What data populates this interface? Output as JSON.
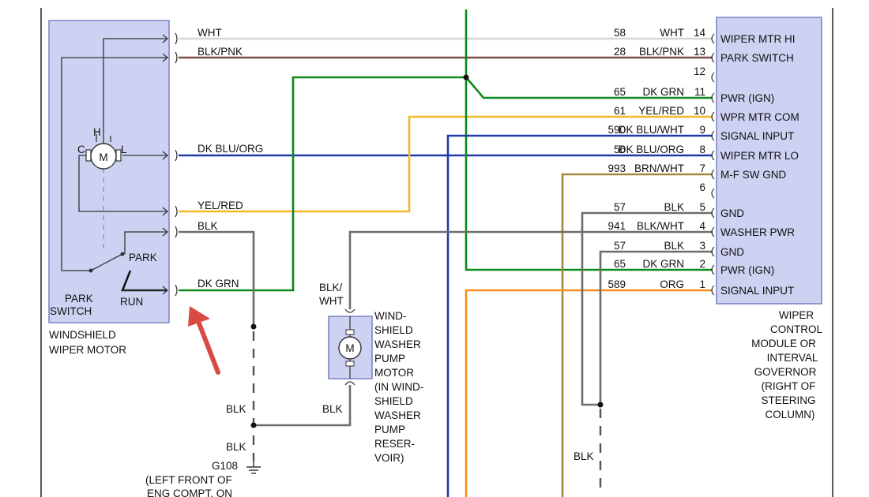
{
  "colors": {
    "wht": "#d6d6d6",
    "blk_pnk": "#7a4a4a",
    "dk_grn": "#0d8a1c",
    "yel_red": "#f4b829",
    "dk_blu": "#1f3aa8",
    "brn_wht": "#a08a3a",
    "blk": "#6d6d6d",
    "org": "#f28c1e",
    "module_fill": "#cdd2f2",
    "module_stroke": "#7b80c2",
    "arrow": "#d94a45"
  },
  "motor": {
    "title_line1": "WINDSHIELD",
    "title_line2": "WIPER MOTOR",
    "park_switch_line1": "PARK",
    "park_switch_line2": "SWITCH",
    "park_label": "PARK",
    "run_label": "RUN",
    "motor_symbol": "M",
    "terminal_h": "H",
    "terminal_c": "C",
    "terminal_l": "L"
  },
  "left_wires": [
    "WHT",
    "BLK/PNK",
    "DK BLU/ORG",
    "YEL/RED",
    "BLK",
    "DK GRN"
  ],
  "module": {
    "title": [
      "WIPER",
      "CONTROL",
      "MODULE OR",
      "INTERVAL",
      "GOVERNOR",
      "(RIGHT OF",
      "STEERING",
      "COLUMN)"
    ],
    "pins": [
      {
        "pin": "14",
        "circuit": "58",
        "wire": "WHT",
        "name": "WIPER MTR HI"
      },
      {
        "pin": "13",
        "circuit": "28",
        "wire": "BLK/PNK",
        "name": "PARK SWITCH"
      },
      {
        "pin": "12",
        "circuit": "",
        "wire": "",
        "name": ""
      },
      {
        "pin": "11",
        "circuit": "65",
        "wire": "DK GRN",
        "name": "PWR (IGN)"
      },
      {
        "pin": "10",
        "circuit": "61",
        "wire": "YEL/RED",
        "name": "WPR MTR COM"
      },
      {
        "pin": "9",
        "circuit": "590",
        "wire": "DK BLU/WHT",
        "name": "SIGNAL INPUT"
      },
      {
        "pin": "8",
        "circuit": "56",
        "wire": "DK BLU/ORG",
        "name": "WIPER MTR LO"
      },
      {
        "pin": "7",
        "circuit": "993",
        "wire": "BRN/WHT",
        "name": "M-F SW GND"
      },
      {
        "pin": "6",
        "circuit": "",
        "wire": "",
        "name": ""
      },
      {
        "pin": "5",
        "circuit": "57",
        "wire": "BLK",
        "name": "GND"
      },
      {
        "pin": "4",
        "circuit": "941",
        "wire": "BLK/WHT",
        "name": "WASHER PWR"
      },
      {
        "pin": "3",
        "circuit": "57",
        "wire": "BLK",
        "name": "GND"
      },
      {
        "pin": "2",
        "circuit": "65",
        "wire": "DK GRN",
        "name": "PWR (IGN)"
      },
      {
        "pin": "1",
        "circuit": "589",
        "wire": "ORG",
        "name": "SIGNAL INPUT"
      }
    ]
  },
  "pump": {
    "wire_line1": "BLK/",
    "wire_line2": "WHT",
    "symbol": "M",
    "label": [
      "WIND-",
      "SHIELD",
      "WASHER",
      "PUMP",
      "MOTOR",
      "(IN WIND-",
      "SHIELD",
      "WASHER",
      "PUMP",
      "RESER-",
      "VOIR)"
    ],
    "ground_wire": "BLK"
  },
  "ground": {
    "blk_upper": "BLK",
    "blk_lower": "BLK",
    "name": "G108",
    "location": [
      "(LEFT FRONT OF",
      "ENG COMPT, ON"
    ]
  },
  "right_ground_wire": "BLK"
}
